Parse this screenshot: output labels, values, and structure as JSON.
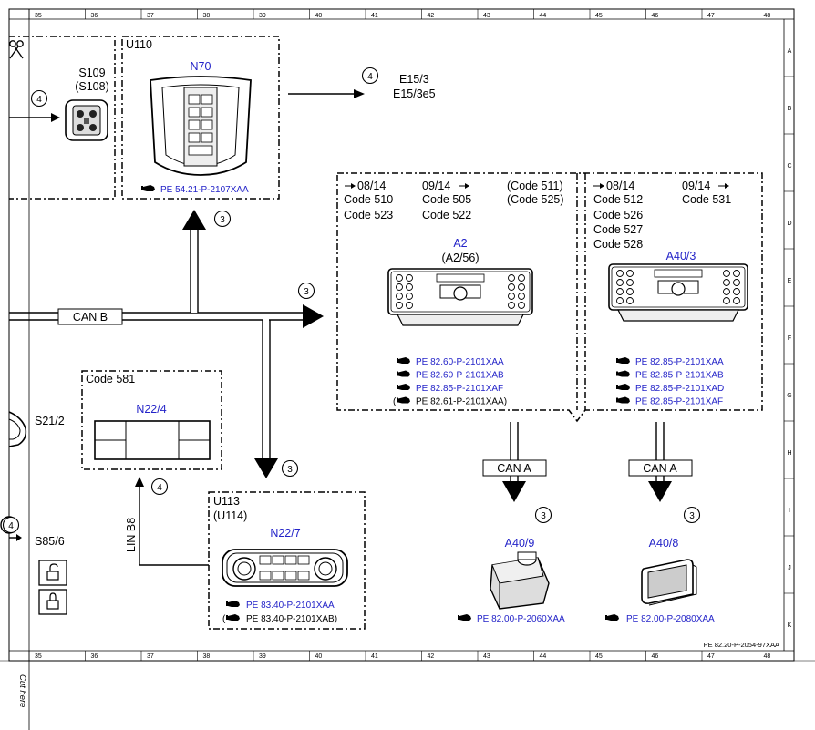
{
  "grid": {
    "columns": [
      "35",
      "36",
      "37",
      "38",
      "39",
      "40",
      "41",
      "42",
      "43",
      "44",
      "45",
      "46",
      "47",
      "48"
    ],
    "rows": [
      "A",
      "B",
      "C",
      "D",
      "E",
      "F",
      "G",
      "H",
      "I",
      "J",
      "K"
    ]
  },
  "sheet_ref": "PE 82.20-P-2054-97XAA",
  "cut_here": "Cut here",
  "components": {
    "s109": {
      "name": "S109",
      "alt": "(S108)"
    },
    "u110": {
      "name": "U110",
      "title": "N70",
      "ref": "PE 54.21-P-2107XAA"
    },
    "e15": {
      "l1": "E15/3",
      "l2": "E15/3e5"
    },
    "a2": {
      "col1": [
        "08/14",
        "Code 510",
        "Code 523"
      ],
      "col2": [
        "09/14",
        "Code 505",
        "Code 522"
      ],
      "col3": [
        "(Code 511)",
        "(Code 525)"
      ],
      "title": "A2",
      "alt": "(A2/56)",
      "refs": [
        "PE 82.60-P-2101XAA",
        "PE 82.60-P-2101XAB",
        "PE 82.85-P-2101XAF",
        "PE 82.61-P-2101XAA)"
      ],
      "ref_open": "("
    },
    "a40_3": {
      "col1": [
        "08/14",
        "Code 512",
        "Code 526",
        "Code 527",
        "Code 528"
      ],
      "col2": [
        "09/14",
        "Code 531"
      ],
      "title": "A40/3",
      "refs": [
        "PE 82.85-P-2101XAA",
        "PE 82.85-P-2101XAB",
        "PE 82.85-P-2101XAD",
        "PE 82.85-P-2101XAF"
      ]
    },
    "n22_4": {
      "code": "Code 581",
      "title": "N22/4"
    },
    "s21": {
      "name": "S21/2"
    },
    "s85": {
      "name": "S85/6"
    },
    "u113": {
      "name": "U113",
      "alt": "(U114)",
      "title": "N22/7",
      "ref1": "PE 83.40-P-2101XAA",
      "ref2": "PE 83.40-P-2101XAB)",
      "ref2_open": "("
    },
    "a40_9": {
      "title": "A40/9",
      "ref": "PE 82.00-P-2060XAA"
    },
    "a40_8": {
      "title": "A40/8",
      "ref": "PE 82.00-P-2080XAA"
    }
  },
  "bus": {
    "can_b": "CAN B",
    "can_a": "CAN A",
    "lin": "LIN B8"
  },
  "markers": [
    "4",
    "4",
    "3",
    "3",
    "3",
    "4",
    "3",
    "3",
    "4"
  ]
}
